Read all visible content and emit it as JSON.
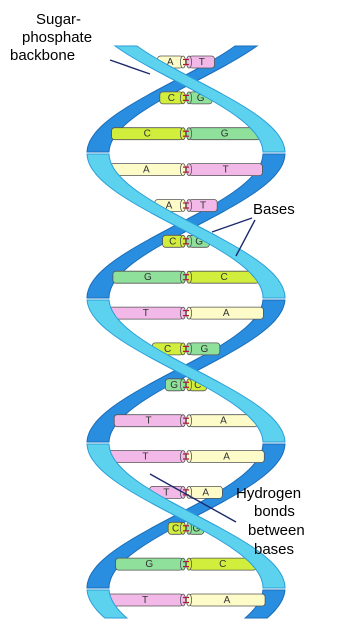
{
  "labels": {
    "backbone": [
      "Sugar-",
      "phosphate",
      "backbone"
    ],
    "bases": "Bases",
    "hbonds": [
      "Hydrogen",
      "bonds",
      "between",
      "bases"
    ]
  },
  "colors": {
    "strand_front": "#5cd2ee",
    "strand_back": "#2a8ee0",
    "A": "#fdfbc8",
    "T": "#f2b8e8",
    "C": "#d2ee3c",
    "G": "#8ee09a",
    "bond": "#b01a3a"
  },
  "base_pairs": [
    {
      "left": "A",
      "right": "T"
    },
    {
      "left": "C",
      "right": "G"
    },
    {
      "left": "C",
      "right": "G"
    },
    {
      "left": "A",
      "right": "T"
    },
    {
      "left": "A",
      "right": "T"
    },
    {
      "left": "C",
      "right": "G"
    },
    {
      "left": "G",
      "right": "C"
    },
    {
      "left": "T",
      "right": "A"
    },
    {
      "left": "C",
      "right": "G"
    },
    {
      "left": "G",
      "right": "C"
    },
    {
      "left": "T",
      "right": "A"
    },
    {
      "left": "T",
      "right": "A"
    },
    {
      "left": "T",
      "right": "A"
    },
    {
      "left": "C",
      "right": "G"
    },
    {
      "left": "G",
      "right": "C"
    },
    {
      "left": "T",
      "right": "A"
    }
  ]
}
